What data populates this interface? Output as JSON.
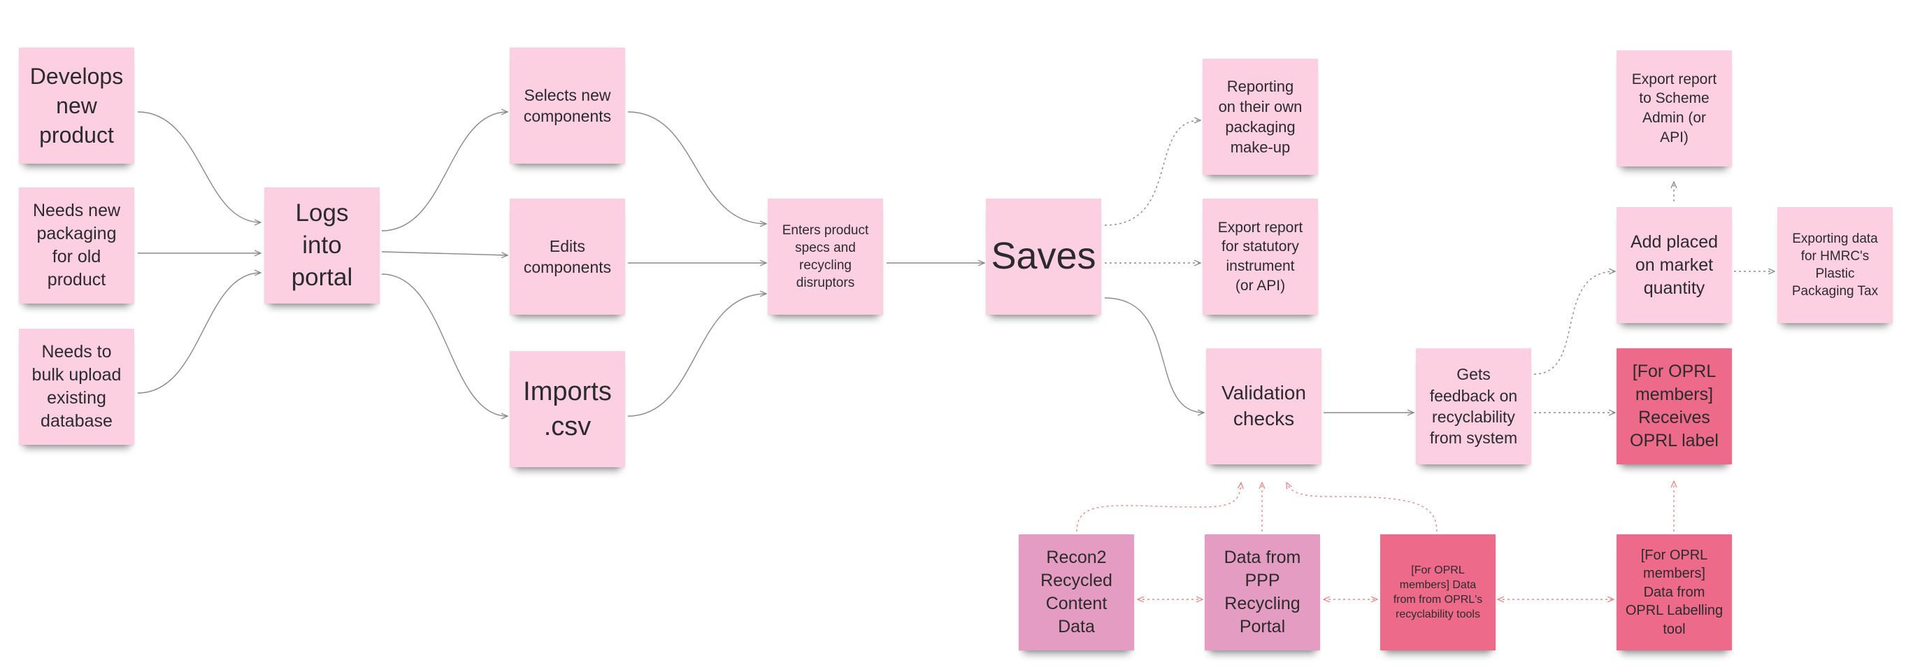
{
  "colors": {
    "light_note": "#fdd0e1",
    "mauve_note": "#e59cc2",
    "rose_note": "#ee6a8a",
    "grey_connector": "#8a8a8a",
    "red_connector": "#e98a8a"
  },
  "notes": {
    "develops_new_product": "Develops\nnew\nproduct",
    "needs_new_packaging": "Needs new\npackaging\nfor old\nproduct",
    "needs_bulk_upload": "Needs to\nbulk upload\nexisting\ndatabase",
    "logs_into_portal": "Logs\ninto\nportal",
    "selects_new_components": "Selects new\ncomponents",
    "edits_components": "Edits\ncomponents",
    "imports_csv": "Imports\n.csv",
    "enters_product_specs": "Enters product\nspecs and\nrecycling\ndisruptors",
    "saves": "Saves",
    "reporting_own_packaging": "Reporting\non their own\npackaging\nmake-up",
    "export_statutory": "Export report\nfor statutory\ninstrument\n(or API)",
    "validation_checks": "Validation\nchecks",
    "gets_feedback": "Gets\nfeedback on\nrecyclability\nfrom system",
    "export_scheme_admin": "Export report\nto Scheme\nAdmin (or\nAPI)",
    "add_placed_on_market": "Add placed\non market\nquantity",
    "exporting_hmrc": "Exporting data\nfor HMRC's\nPlastic\nPackaging Tax",
    "oprl_receives_label": "[For OPRL\nmembers]\nReceives\nOPRL label",
    "recon2_data": "Recon2\nRecycled\nContent\nData",
    "ppp_data": "Data from\nPPP\nRecycling\nPortal",
    "oprl_recyclability_tools": "[For OPRL\nmembers] Data\nfrom from OPRL's\nrecyclability tools",
    "oprl_labelling_tool": "[For OPRL\nmembers]\nData from\nOPRL Labelling\ntool"
  }
}
